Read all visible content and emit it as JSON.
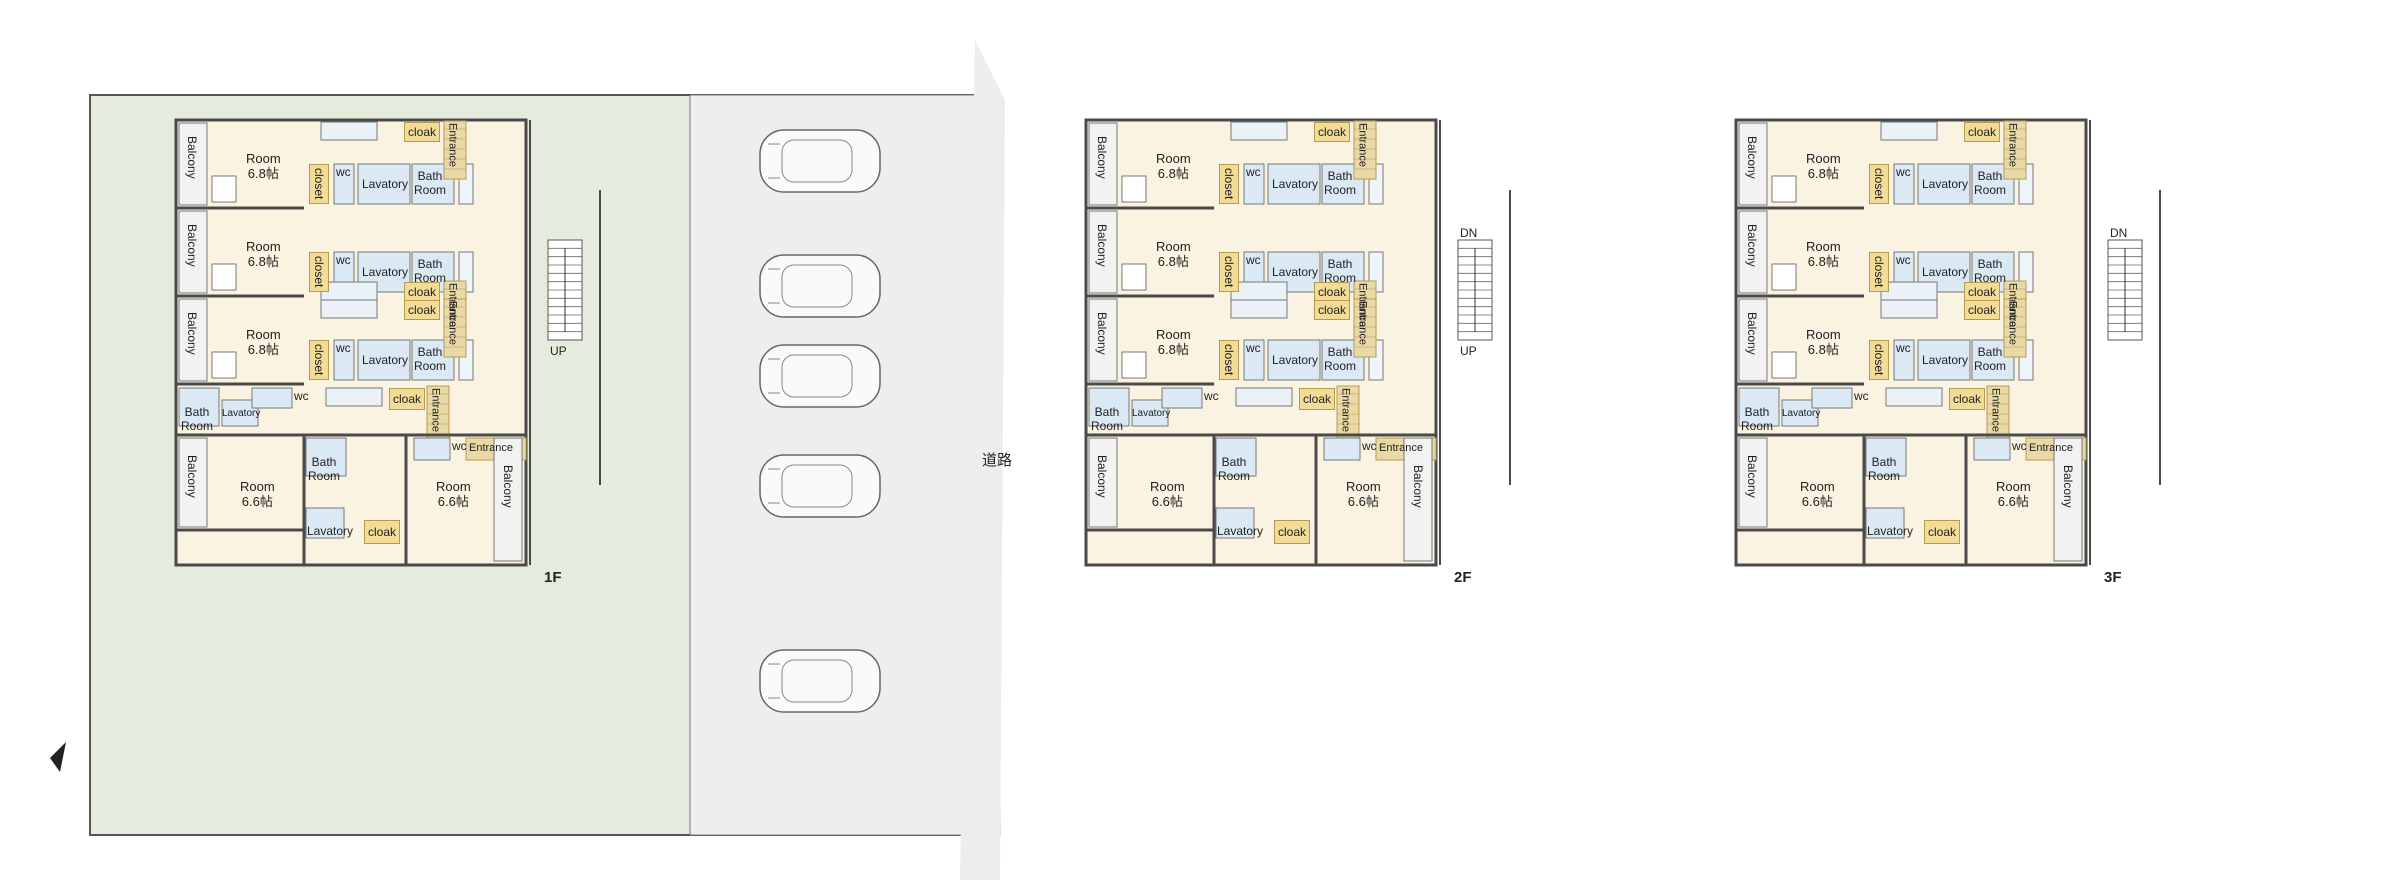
{
  "labels": {
    "balcony": "Balcony",
    "room_68": [
      "Room",
      "6.8帖"
    ],
    "room_66": [
      "Room",
      "6.6帖"
    ],
    "closet": "closet",
    "wc": "wc",
    "lavatory": "Lavatory",
    "bath": [
      "Bath",
      "Room"
    ],
    "cloak": "cloak",
    "entrance": "Entrance",
    "up": "UP",
    "dn": "DN",
    "road": "道路"
  },
  "floors": [
    {
      "id": "1F",
      "label": "1F",
      "has_up": true,
      "has_dn": false
    },
    {
      "id": "2F",
      "label": "2F",
      "has_up": true,
      "has_dn": true
    },
    {
      "id": "3F",
      "label": "3F",
      "has_up": false,
      "has_dn": true
    }
  ],
  "colors": {
    "garden": "#e5ebdd",
    "parking": "#eceef0",
    "wall": "#4a4a4a",
    "floor_wood": "#fbf3e2",
    "wet_area": "#dbe9f4",
    "tag": "#f3dc97"
  }
}
